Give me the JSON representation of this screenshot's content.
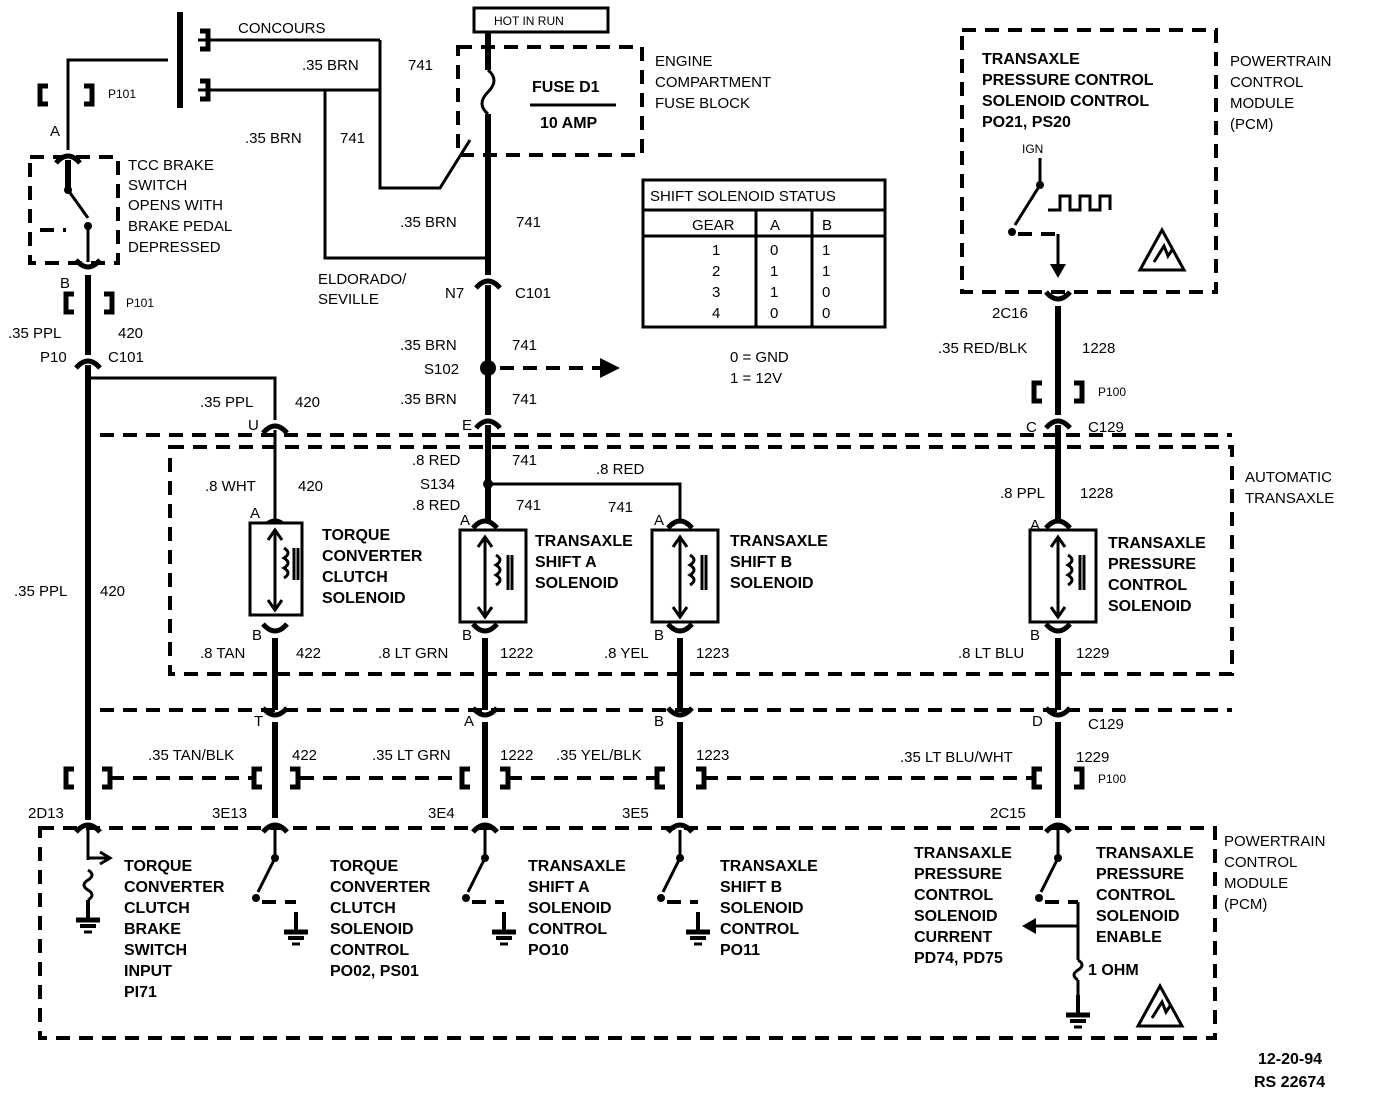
{
  "top": {
    "concours": "CONCOURS",
    "hot_in_run": "HOT IN RUN",
    "fuse_name": "FUSE D1",
    "fuse_rating": "10 AMP",
    "fuse_block": [
      "ENGINE",
      "COMPARTMENT",
      "FUSE BLOCK"
    ],
    "eldorado": [
      "ELDORADO/",
      "SEVILLE"
    ]
  },
  "wires": {
    "brn_gauge": ".35 BRN",
    "brn_circuit": "741",
    "ppl_gauge": ".35 PPL",
    "ppl_circuit": "420",
    "ppl8_gauge": ".8 PPL",
    "rb_gauge": ".35 RED/BLK",
    "rb_circuit": "1228",
    "wht_gauge": ".8 WHT",
    "red_gauge": ".8 RED",
    "tan_gauge": ".8 TAN",
    "tan_circuit": "422",
    "ltgrn_gauge": ".8 LT GRN",
    "ltgrn_circuit": "1222",
    "yel_gauge": ".8 YEL",
    "yel_circuit": "1223",
    "ltblu_gauge": ".8 LT BLU",
    "ltblu_circuit": "1229",
    "tanblk_gauge": ".35 TAN/BLK",
    "ltgrn35_gauge": ".35 LT GRN",
    "yelblk_gauge": ".35 YEL/BLK",
    "blwht_gauge": ".35 LT BLU/WHT"
  },
  "connectors": {
    "p101": "P101",
    "p100": "P100",
    "c101": "C101",
    "c129": "C129",
    "n7": "N7",
    "s102": "S102",
    "s134": "S134",
    "p10": "P10",
    "two_c16": "2C16",
    "two_d13": "2D13",
    "three_e13": "3E13",
    "three_e4": "3E4",
    "three_e5": "3E5",
    "two_c15": "2C15",
    "pin_a": "A",
    "pin_b": "B",
    "pin_u": "U",
    "pin_e": "E",
    "pin_c": "C",
    "pin_t": "T",
    "pin_d": "D"
  },
  "tcc_switch": [
    "TCC BRAKE",
    "SWITCH",
    "OPENS WITH",
    "BRAKE PEDAL",
    "DEPRESSED"
  ],
  "table": {
    "title": "SHIFT SOLENOID STATUS",
    "headers": [
      "GEAR",
      "A",
      "B"
    ],
    "rows": [
      [
        "1",
        "0",
        "1"
      ],
      [
        "2",
        "1",
        "1"
      ],
      [
        "3",
        "1",
        "0"
      ],
      [
        "4",
        "0",
        "0"
      ]
    ],
    "legend": [
      "0 = GND",
      "1 = 12V"
    ]
  },
  "pcm_top": {
    "desc": [
      "TRANSAXLE",
      "PRESSURE CONTROL",
      "SOLENOID CONTROL",
      "PO21, PS20"
    ],
    "ign": "IGN",
    "label": [
      "POWERTRAIN",
      "CONTROL",
      "MODULE",
      "(PCM)"
    ]
  },
  "transaxle_label": [
    "AUTOMATIC",
    "TRANSAXLE"
  ],
  "solenoids": {
    "tcc": [
      "TORQUE",
      "CONVERTER",
      "CLUTCH",
      "SOLENOID"
    ],
    "shift_a": [
      "TRANSAXLE",
      "SHIFT A",
      "SOLENOID"
    ],
    "shift_b": [
      "TRANSAXLE",
      "SHIFT B",
      "SOLENOID"
    ],
    "pressure": [
      "TRANSAXLE",
      "PRESSURE",
      "CONTROL",
      "SOLENOID"
    ]
  },
  "pcm_bottom": {
    "label": [
      "POWERTRAIN",
      "CONTROL",
      "MODULE",
      "(PCM)"
    ],
    "tcc_input": [
      "TORQUE",
      "CONVERTER",
      "CLUTCH",
      "BRAKE",
      "SWITCH",
      "INPUT",
      "PI71"
    ],
    "tcc_control": [
      "TORQUE",
      "CONVERTER",
      "CLUTCH",
      "SOLENOID",
      "CONTROL",
      "PO02, PS01"
    ],
    "shift_a_control": [
      "TRANSAXLE",
      "SHIFT A",
      "SOLENOID",
      "CONTROL",
      "PO10"
    ],
    "shift_b_control": [
      "TRANSAXLE",
      "SHIFT B",
      "SOLENOID",
      "CONTROL",
      "PO11"
    ],
    "current": [
      "TRANSAXLE",
      "PRESSURE",
      "CONTROL",
      "SOLENOID",
      "CURRENT",
      "PD74, PD75"
    ],
    "enable": [
      "TRANSAXLE",
      "PRESSURE",
      "CONTROL",
      "SOLENOID",
      "ENABLE"
    ],
    "ohm": "1 OHM"
  },
  "footer": {
    "date": "12-20-94",
    "code": "RS 22674"
  }
}
